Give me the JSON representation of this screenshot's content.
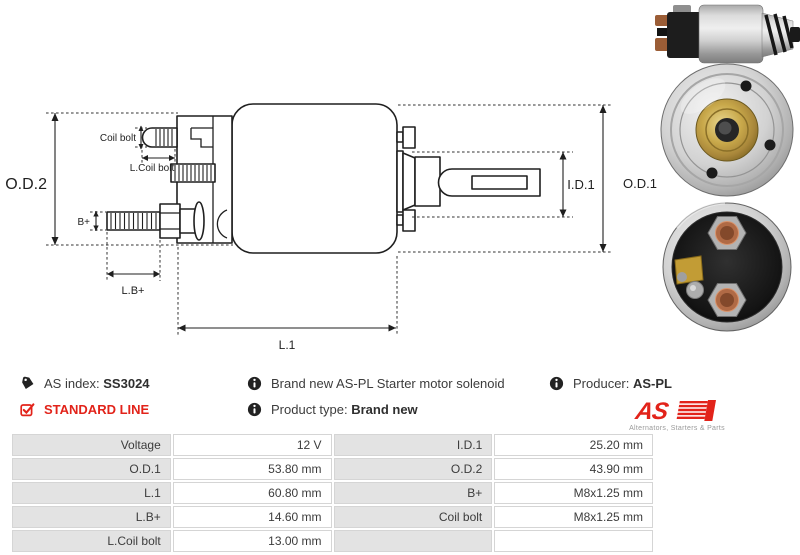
{
  "colors": {
    "accent_red": "#e2231a",
    "table_label_bg": "#e3e3e3"
  },
  "diagram": {
    "labels": {
      "od2": "O.D.2",
      "coil_bolt": "Coil bolt",
      "l_coil_bolt": "L.Coil bolt",
      "b_plus": "B+",
      "l_b_plus": "L.B+",
      "l1": "L.1",
      "id1": "I.D.1",
      "od1": "O.D.1"
    }
  },
  "info_bar": {
    "as_index_label": "AS index: ",
    "as_index_value": "SS3024",
    "standard_line_label": "STANDARD LINE",
    "description": "Brand new AS-PL Starter motor solenoid",
    "product_type_label": "Product type: ",
    "product_type_value": "Brand new",
    "producer_label": "Producer: ",
    "producer_value": "AS-PL",
    "logo_text": "AS",
    "logo_tagline": "Alternators, Starters & Parts"
  },
  "spec_table": {
    "rows": [
      {
        "ll": "Voltage",
        "lv": "12 V",
        "rl": "I.D.1",
        "rv": "25.20 mm"
      },
      {
        "ll": "O.D.1",
        "lv": "53.80 mm",
        "rl": "O.D.2",
        "rv": "43.90 mm"
      },
      {
        "ll": "L.1",
        "lv": "60.80 mm",
        "rl": "B+",
        "rv": "M8x1.25 mm"
      },
      {
        "ll": "L.B+",
        "lv": "14.60 mm",
        "rl": "Coil bolt",
        "rv": "M8x1.25 mm"
      },
      {
        "ll": "L.Coil bolt",
        "lv": "13.00 mm",
        "rl": "",
        "rv": ""
      }
    ]
  }
}
